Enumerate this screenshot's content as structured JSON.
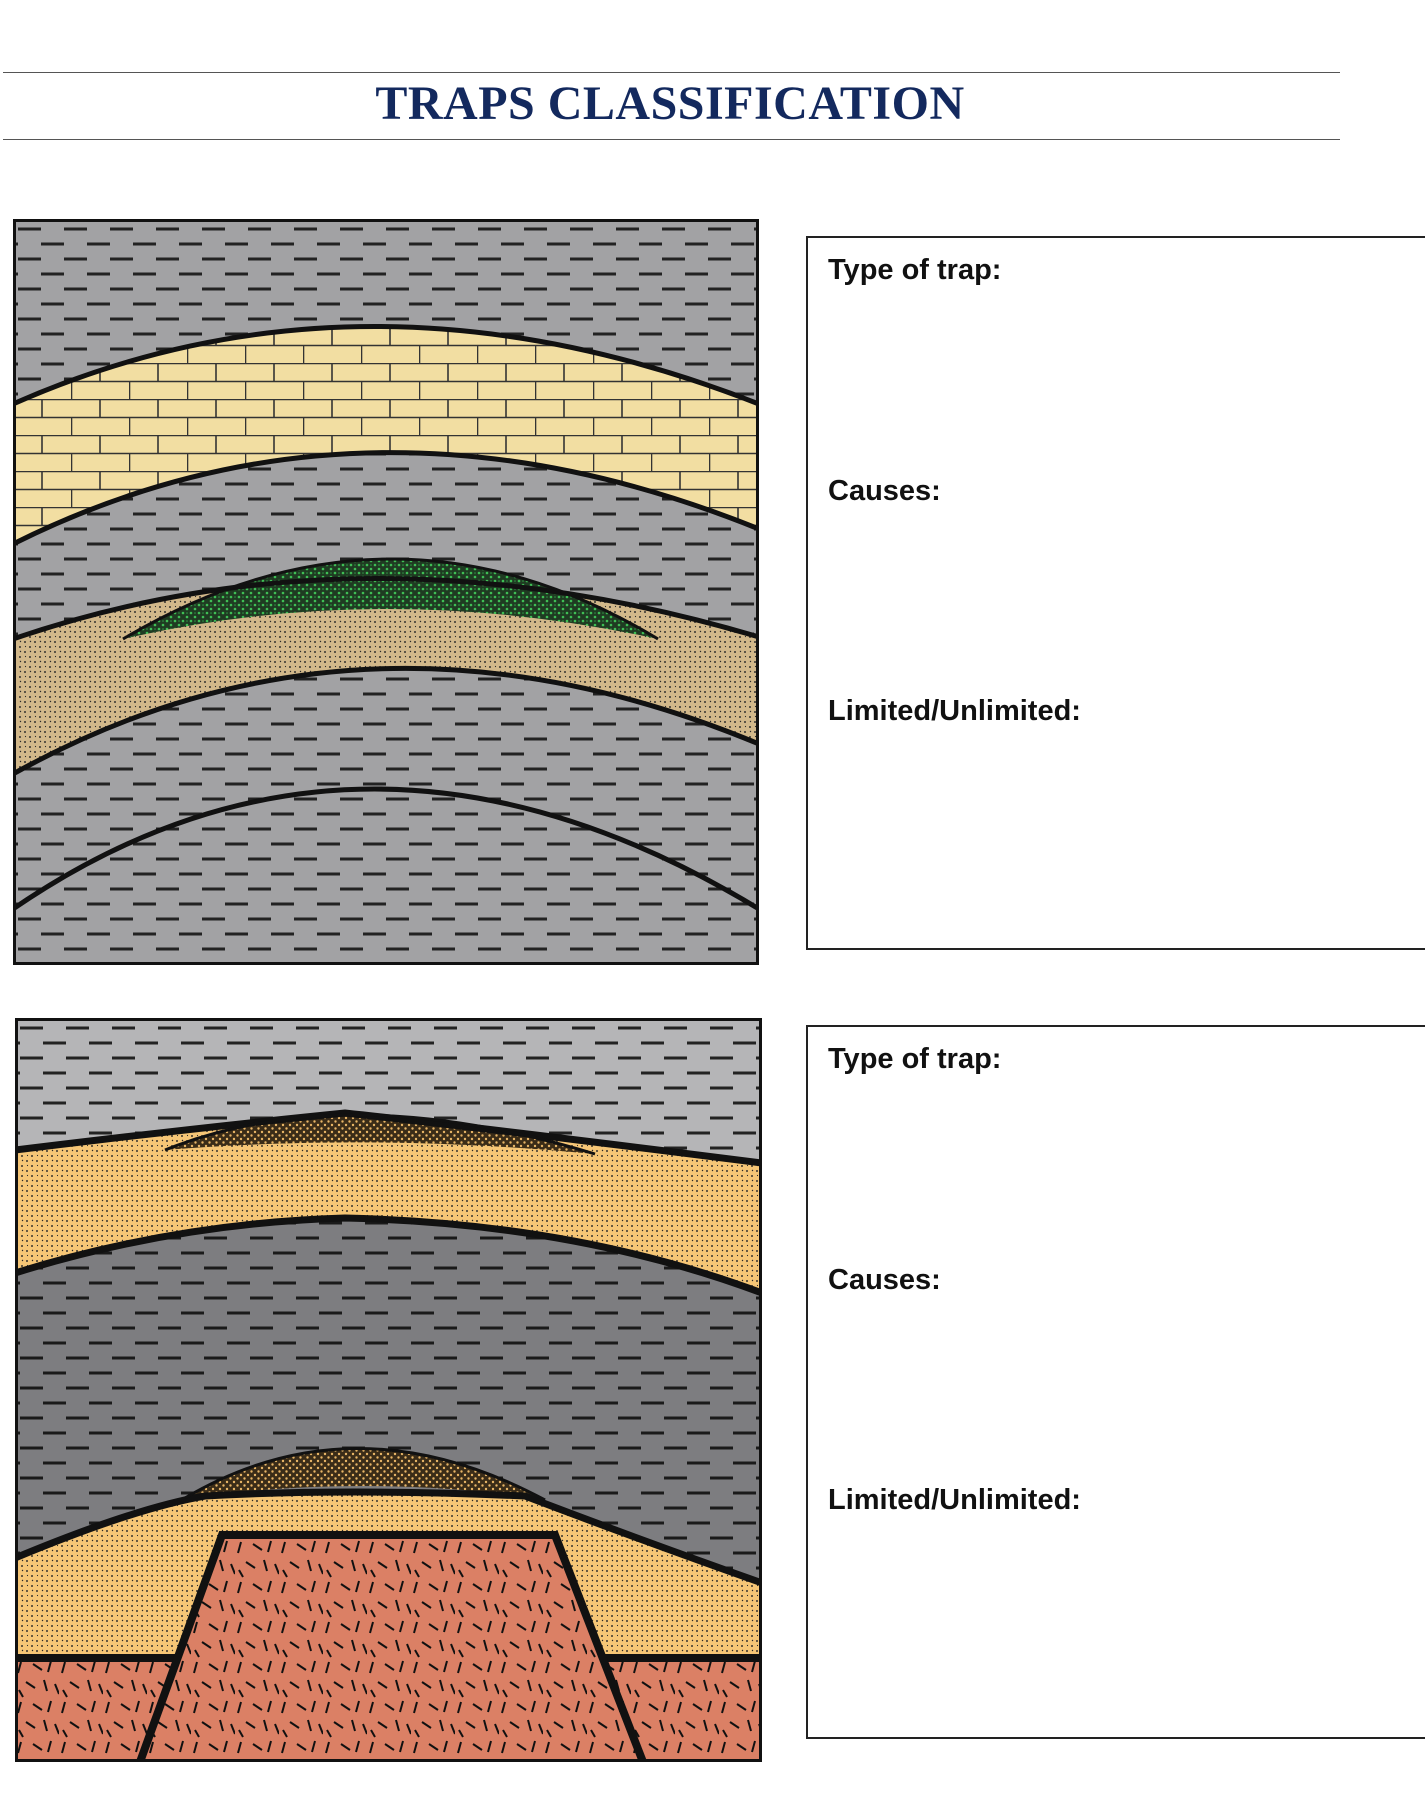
{
  "title": "TRAPS CLASSIFICATION",
  "panels": [
    {
      "labels": {
        "type": "Type of trap:",
        "causes": "Causes:",
        "limited": "Limited/Unlimited:"
      }
    },
    {
      "labels": {
        "type": "Type of trap:",
        "causes": "Causes:",
        "limited": "Limited/Unlimited:"
      }
    }
  ],
  "colors": {
    "title": "#13295e",
    "shale_gray": "#a2a2a4",
    "shale_light": "#b5b5b7",
    "shale_dark": "#7d7d80",
    "limestone": "#f2dea2",
    "sand_tan": "#d2b88a",
    "sand_orange": "#f6c676",
    "oil_green": "#2f9a45",
    "oil_dark": "#8a6a34",
    "basement": "#db8065"
  }
}
